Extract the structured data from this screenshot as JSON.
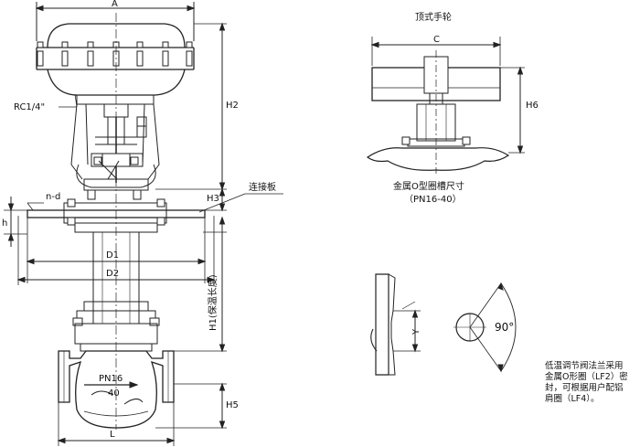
{
  "labels": {
    "A": "A",
    "H2": "H2",
    "RC": "RC1/4\"",
    "H3": "H3",
    "connector": "连接板",
    "nd": "n-d",
    "h": "h",
    "D1": "D1",
    "D2": "D2",
    "H1": "H1(保温长度)",
    "PN16": "PN16",
    "p40": "40",
    "H5": "H5",
    "L": "L",
    "topHandwheel": "顶式手轮",
    "C": "C",
    "H6": "H6",
    "orSize": "金属O型圈槽尺寸",
    "pnRange": "（PN16-40）",
    "Y": "Y",
    "angle": "90°"
  },
  "note": {
    "lines": [
      "低温调节阀法兰采用",
      "金属O形圈（LF2）密",
      "封，可根据用户配铝",
      "肩圈（LF4）。"
    ]
  }
}
